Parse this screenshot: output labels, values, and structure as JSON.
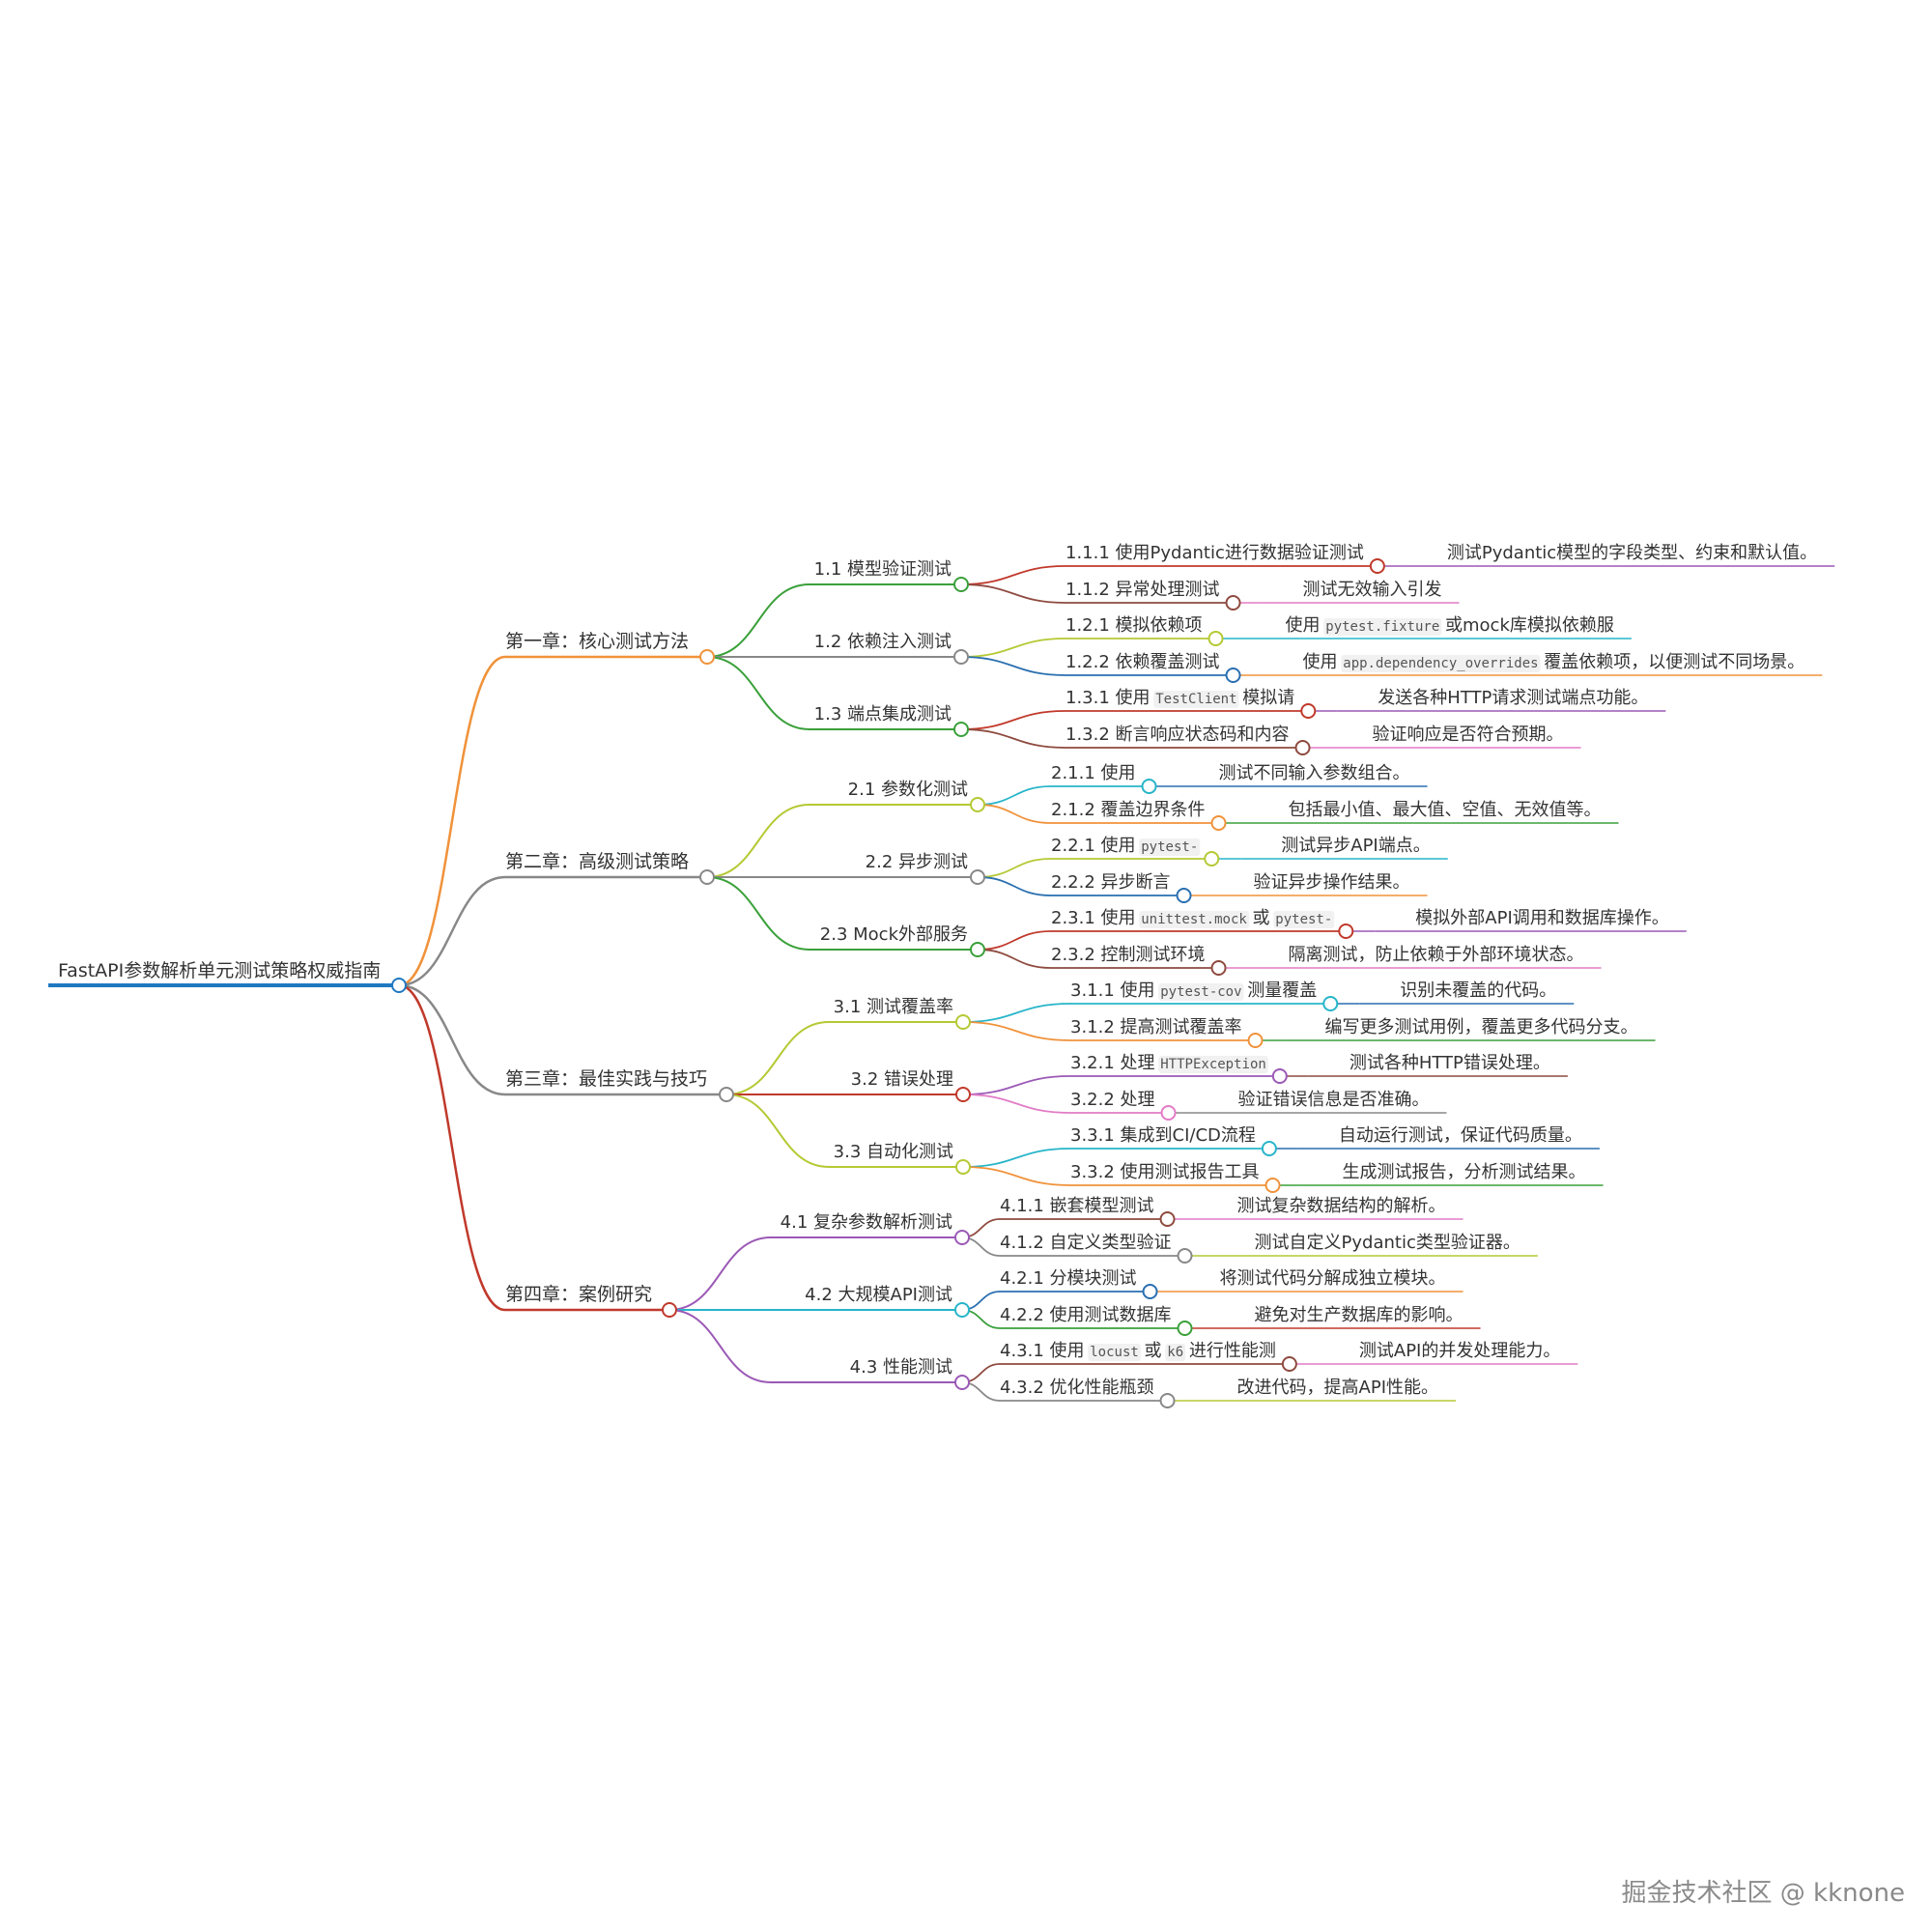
{
  "root": {
    "label": "FastAPI参数解析单元测试策略权威指南",
    "color": "#1f78c1"
  },
  "chapters": [
    {
      "label": "第一章：核心测试方法",
      "color": "#f0923a",
      "sections": [
        {
          "label": "1.1 模型验证测试",
          "color": "#3aa03a",
          "items": [
            {
              "label": [
                {
                  "t": "1.1.1 使用Pydantic进行数据验证测试"
                }
              ],
              "color": "#c0392b",
              "leaf": [
                {
                  "t": "测试Pydantic模型的字段类型、约束和默认值。"
                }
              ],
              "leafColor": "#9b59b6"
            },
            {
              "label": [
                {
                  "t": "1.1.2 异常处理测试"
                }
              ],
              "color": "#8e4a3f",
              "leaf": [
                {
                  "t": "测试无效输入引发"
                }
              ],
              "leafColor": "#e27bc7"
            }
          ]
        },
        {
          "label": "1.2 依赖注入测试",
          "color": "#888888",
          "items": [
            {
              "label": [
                {
                  "t": "1.2.1 模拟依赖项"
                }
              ],
              "color": "#b5c934",
              "leaf": [
                {
                  "t": "使用 "
                },
                {
                  "t": "pytest.fixture",
                  "code": true
                },
                {
                  "t": " 或mock库模拟依赖服"
                }
              ],
              "leafColor": "#27b5c9"
            },
            {
              "label": [
                {
                  "t": "1.2.2 依赖覆盖测试"
                }
              ],
              "color": "#2a6fb0",
              "leaf": [
                {
                  "t": "使用 "
                },
                {
                  "t": "app.dependency_overrides",
                  "code": true
                },
                {
                  "t": " 覆盖依赖项，以便测试不同场景。"
                }
              ],
              "leafColor": "#f0923a"
            }
          ]
        },
        {
          "label": "1.3 端点集成测试",
          "color": "#3aa03a",
          "items": [
            {
              "label": [
                {
                  "t": "1.3.1 使用 "
                },
                {
                  "t": "TestClient",
                  "code": true
                },
                {
                  "t": " 模拟请"
                }
              ],
              "color": "#c0392b",
              "leaf": [
                {
                  "t": "发送各种HTTP请求测试端点功能。"
                }
              ],
              "leafColor": "#9b59b6"
            },
            {
              "label": [
                {
                  "t": "1.3.2 断言响应状态码和内容"
                }
              ],
              "color": "#8e4a3f",
              "leaf": [
                {
                  "t": "验证响应是否符合预期。"
                }
              ],
              "leafColor": "#e27bc7"
            }
          ]
        }
      ]
    },
    {
      "label": "第二章：高级测试策略",
      "color": "#888888",
      "sections": [
        {
          "label": "2.1 参数化测试",
          "color": "#b5c934",
          "items": [
            {
              "label": [
                {
                  "t": "2.1.1 使用"
                }
              ],
              "color": "#27b5c9",
              "leaf": [
                {
                  "t": "测试不同输入参数组合。"
                }
              ],
              "leafColor": "#2a6fb0"
            },
            {
              "label": [
                {
                  "t": "2.1.2 覆盖边界条件"
                }
              ],
              "color": "#f0923a",
              "leaf": [
                {
                  "t": "包括最小值、最大值、空值、无效值等。"
                }
              ],
              "leafColor": "#3aa03a"
            }
          ]
        },
        {
          "label": "2.2 异步测试",
          "color": "#888888",
          "items": [
            {
              "label": [
                {
                  "t": "2.2.1 使用 "
                },
                {
                  "t": "pytest-",
                  "code": true
                }
              ],
              "color": "#b5c934",
              "leaf": [
                {
                  "t": "测试异步API端点。"
                }
              ],
              "leafColor": "#27b5c9"
            },
            {
              "label": [
                {
                  "t": "2.2.2 异步断言"
                }
              ],
              "color": "#2a6fb0",
              "leaf": [
                {
                  "t": "验证异步操作结果。"
                }
              ],
              "leafColor": "#f0923a"
            }
          ]
        },
        {
          "label": "2.3 Mock外部服务",
          "color": "#3aa03a",
          "items": [
            {
              "label": [
                {
                  "t": "2.3.1 使用 "
                },
                {
                  "t": "unittest.mock",
                  "code": true
                },
                {
                  "t": " 或 "
                },
                {
                  "t": "pytest-",
                  "code": true
                }
              ],
              "color": "#c0392b",
              "leaf": [
                {
                  "t": "模拟外部API调用和数据库操作。"
                }
              ],
              "leafColor": "#9b59b6"
            },
            {
              "label": [
                {
                  "t": "2.3.2 控制测试环境"
                }
              ],
              "color": "#8e4a3f",
              "leaf": [
                {
                  "t": "隔离测试，防止依赖于外部环境状态。"
                }
              ],
              "leafColor": "#e27bc7"
            }
          ]
        }
      ]
    },
    {
      "label": "第三章：最佳实践与技巧",
      "color": "#888888",
      "sections": [
        {
          "label": "3.1 测试覆盖率",
          "color": "#b5c934",
          "items": [
            {
              "label": [
                {
                  "t": "3.1.1 使用 "
                },
                {
                  "t": "pytest-cov",
                  "code": true
                },
                {
                  "t": " 测量覆盖"
                }
              ],
              "color": "#27b5c9",
              "leaf": [
                {
                  "t": "识别未覆盖的代码。"
                }
              ],
              "leafColor": "#2a6fb0"
            },
            {
              "label": [
                {
                  "t": "3.1.2 提高测试覆盖率"
                }
              ],
              "color": "#f0923a",
              "leaf": [
                {
                  "t": "编写更多测试用例，覆盖更多代码分支。"
                }
              ],
              "leafColor": "#3aa03a"
            }
          ]
        },
        {
          "label": "3.2 错误处理",
          "color": "#c0392b",
          "items": [
            {
              "label": [
                {
                  "t": "3.2.1 处理 "
                },
                {
                  "t": "HTTPException",
                  "code": true
                }
              ],
              "color": "#9b59b6",
              "leaf": [
                {
                  "t": "测试各种HTTP错误处理。"
                }
              ],
              "leafColor": "#8e4a3f"
            },
            {
              "label": [
                {
                  "t": "3.2.2 处理"
                }
              ],
              "color": "#e27bc7",
              "leaf": [
                {
                  "t": "验证错误信息是否准确。"
                }
              ],
              "leafColor": "#888888"
            }
          ]
        },
        {
          "label": "3.3 自动化测试",
          "color": "#b5c934",
          "items": [
            {
              "label": [
                {
                  "t": "3.3.1 集成到CI/CD流程"
                }
              ],
              "color": "#27b5c9",
              "leaf": [
                {
                  "t": "自动运行测试，保证代码质量。"
                }
              ],
              "leafColor": "#2a6fb0"
            },
            {
              "label": [
                {
                  "t": "3.3.2 使用测试报告工具"
                }
              ],
              "color": "#f0923a",
              "leaf": [
                {
                  "t": "生成测试报告，分析测试结果。"
                }
              ],
              "leafColor": "#3aa03a"
            }
          ]
        }
      ]
    },
    {
      "label": "第四章：案例研究",
      "color": "#c0392b",
      "sections": [
        {
          "label": "4.1 复杂参数解析测试",
          "color": "#9b59b6",
          "items": [
            {
              "label": [
                {
                  "t": "4.1.1 嵌套模型测试"
                }
              ],
              "color": "#8e4a3f",
              "leaf": [
                {
                  "t": "测试复杂数据结构的解析。"
                }
              ],
              "leafColor": "#e27bc7"
            },
            {
              "label": [
                {
                  "t": "4.1.2 自定义类型验证"
                }
              ],
              "color": "#888888",
              "leaf": [
                {
                  "t": "测试自定义Pydantic类型验证器。"
                }
              ],
              "leafColor": "#b5c934"
            }
          ]
        },
        {
          "label": "4.2 大规模API测试",
          "color": "#27b5c9",
          "items": [
            {
              "label": [
                {
                  "t": "4.2.1 分模块测试"
                }
              ],
              "color": "#2a6fb0",
              "leaf": [
                {
                  "t": "将测试代码分解成独立模块。"
                }
              ],
              "leafColor": "#f0923a"
            },
            {
              "label": [
                {
                  "t": "4.2.2 使用测试数据库"
                }
              ],
              "color": "#3aa03a",
              "leaf": [
                {
                  "t": "避免对生产数据库的影响。"
                }
              ],
              "leafColor": "#c0392b"
            }
          ]
        },
        {
          "label": "4.3 性能测试",
          "color": "#9b59b6",
          "items": [
            {
              "label": [
                {
                  "t": "4.3.1 使用 "
                },
                {
                  "t": "locust",
                  "code": true
                },
                {
                  "t": " 或 "
                },
                {
                  "t": "k6",
                  "code": true
                },
                {
                  "t": " 进行性能测"
                }
              ],
              "color": "#8e4a3f",
              "leaf": [
                {
                  "t": "测试API的并发处理能力。"
                }
              ],
              "leafColor": "#e27bc7"
            },
            {
              "label": [
                {
                  "t": "4.3.2 优化性能瓶颈"
                }
              ],
              "color": "#888888",
              "leaf": [
                {
                  "t": "改进代码，提高API性能。"
                }
              ],
              "leafColor": "#b5c934"
            }
          ]
        }
      ]
    }
  ],
  "watermark": "掘金技术社区 @ kknone"
}
